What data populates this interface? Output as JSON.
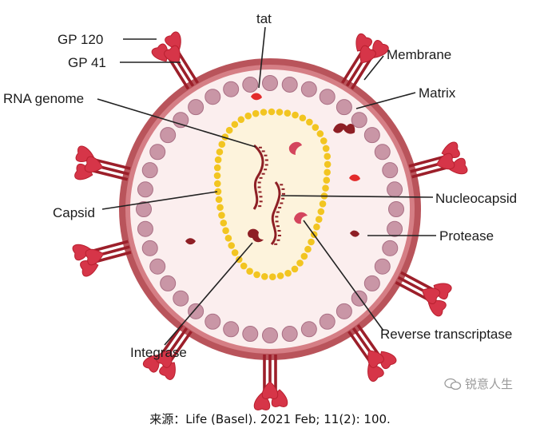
{
  "labels": {
    "gp120": "GP 120",
    "gp41": "GP 41",
    "tat": "tat",
    "membrane": "Membrane",
    "matrix": "Matrix",
    "rna_genome": "RNA genome",
    "capsid": "Capsid",
    "nucleocapsid": "Nucleocapsid",
    "protease": "Protease",
    "integrase": "Integrase",
    "reverse_transcriptase": "Reverse transcriptase"
  },
  "caption": "来源：Life (Basel). 2021 Feb; 11(2): 100.",
  "watermark": "锐意人生",
  "colors": {
    "membrane": "#b9545b",
    "interior": "#fbeeee",
    "matrix_bead": "#c996a6",
    "matrix_bead_stroke": "#a96f84",
    "capsid_dot": "#f2c521",
    "capsid_fill": "#fdf3dc",
    "glycoprotein": "#d63548",
    "stalk": "#9c1f2a",
    "protein_dark": "#8e1f25",
    "rna": "#8e1f25",
    "leader_line": "#222222"
  }
}
